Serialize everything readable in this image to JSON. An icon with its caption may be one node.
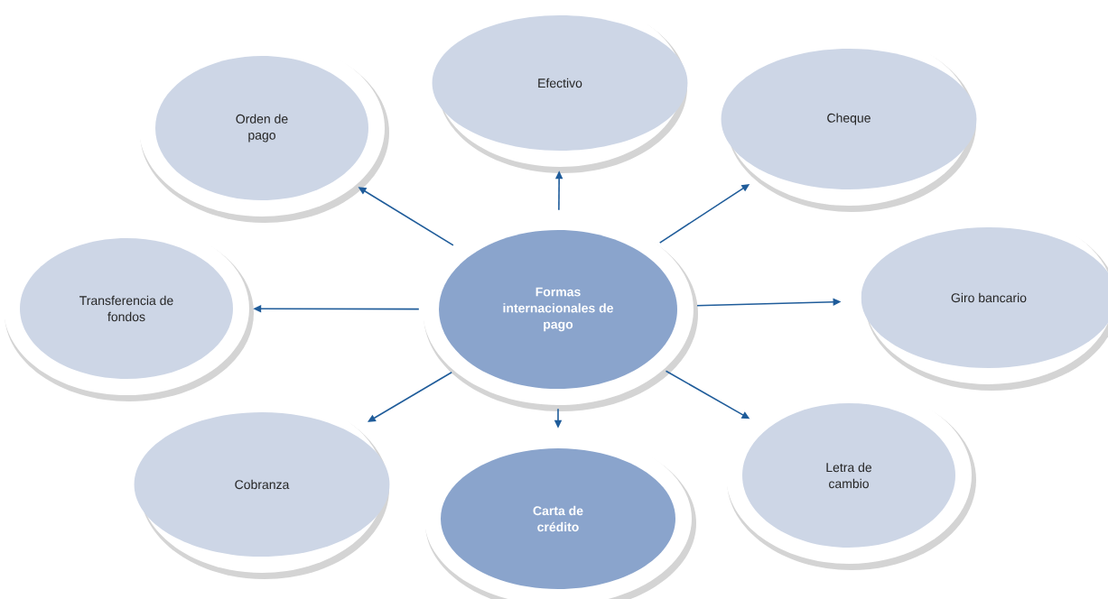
{
  "diagram": {
    "nodes": [
      {
        "text": [
          "Formas internacionales de pago"
        ]
      },
      {
        "text": [
          "Orden de pago"
        ]
      },
      {
        "text": [
          "Efectivo"
        ]
      },
      {
        "text": [
          "Cheque"
        ]
      },
      {
        "text": [
          "Transferencia de fondos"
        ]
      },
      {
        "text": [
          "Giro bancario"
        ]
      },
      {
        "text": [
          "Cobranza"
        ]
      },
      {
        "text": [
          "Carta de crédito"
        ]
      },
      {
        "text": [
          "Letra de cambio"
        ]
      }
    ],
    "edges": [
      {
        "from": 0,
        "to": 1,
        "arrow": "to"
      },
      {
        "from": 0,
        "to": 2,
        "arrow": "to"
      },
      {
        "from": 0,
        "to": 3,
        "arrow": "to"
      },
      {
        "from": 0,
        "to": 4,
        "arrow": "to"
      },
      {
        "from": 0,
        "to": 5,
        "arrow": "to"
      },
      {
        "from": 0,
        "to": 6,
        "arrow": "to"
      },
      {
        "from": 0,
        "to": 7,
        "arrow": "to"
      },
      {
        "from": 0,
        "to": 8,
        "arrow": "to"
      }
    ]
  }
}
